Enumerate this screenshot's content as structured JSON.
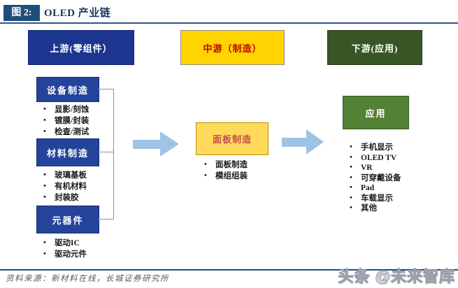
{
  "header": {
    "label": "图 2:",
    "title": "OLED 产业链"
  },
  "columns": {
    "upstream": {
      "title": "上游(零组件）",
      "groups": [
        {
          "name": "设备制造",
          "items": [
            "显影/刻蚀",
            "镀膜/封装",
            "检查/测试"
          ]
        },
        {
          "name": "材料制造",
          "items": [
            "玻璃基板",
            "有机材料",
            "封装胶"
          ]
        },
        {
          "name": "元器件",
          "items": [
            "驱动IC",
            "驱动元件"
          ]
        }
      ]
    },
    "midstream": {
      "title": "中游（制造）",
      "box": "面板制造",
      "items": [
        "面板制造",
        "模组组装"
      ]
    },
    "downstream": {
      "title": "下游(应用)",
      "box": "应用",
      "items": [
        "手机显示",
        "OLED TV",
        "VR",
        "可穿戴设备",
        "Pad",
        "车载显示",
        "其他"
      ]
    }
  },
  "footer": {
    "source": "资料来源：新材料在线，长城证券研究所",
    "watermark": "头条 @未来智库"
  },
  "colors": {
    "navy": "#1c3690",
    "navy_inner": "#24439b",
    "yellow": "#ffd400",
    "yellow_inner": "#ffd95a",
    "green_dark": "#375623",
    "green": "#538135",
    "red_text": "#c00000",
    "arrow_blue": "#9dc3e6",
    "header_bar": "#1f4e79",
    "rule_blue": "#2f5496"
  }
}
